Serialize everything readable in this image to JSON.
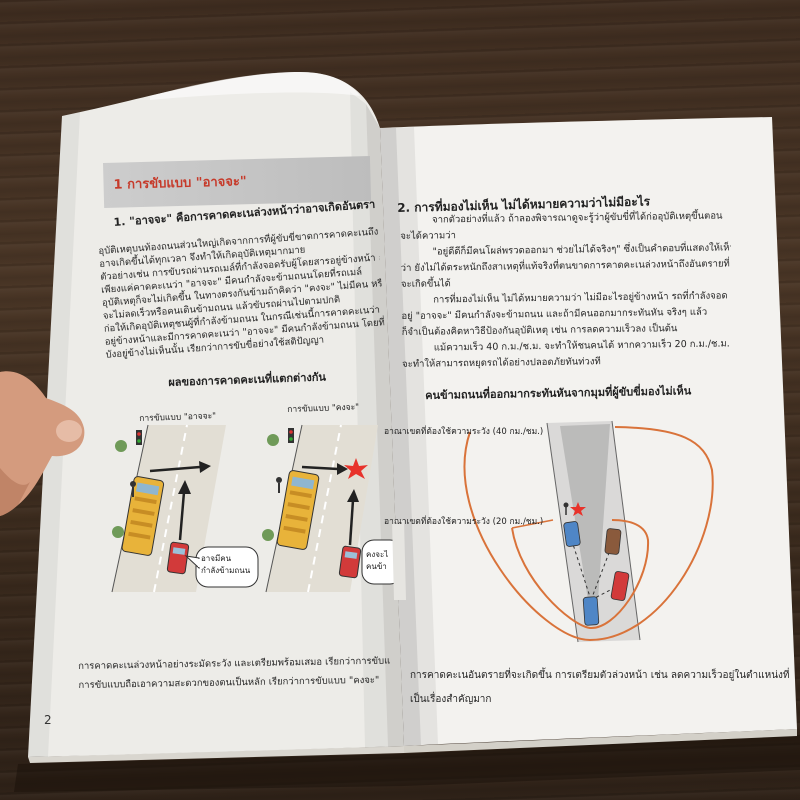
{
  "left_page": {
    "section_band": "1 การขับแบบ \"อาจจะ\"",
    "heading": "1.  \"อาจจะ\" คือการคาดคะเนล่วงหน้าว่าอาจเกิดอันตราย",
    "body_lines": [
      "อุบัติเหตุบนท้องถนนส่วนใหญ่เกิดจากการที่ผู้ขับขี่ขาดการคาดคะเนถึงอันตรายที่",
      "อาจเกิดขึ้นได้ทุกเวลา จึงทำให้เกิดอุบัติเหตุมากมาย",
      "ตัวอย่างเช่น การขับรถผ่านรถเมล์ที่กำลังจอดรับผู้โดยสารอยู่ข้างหน้า ถ้าผู้ขับ",
      "เพียงแค่คาดคะเนว่า \"อาจจะ\" มีคนกำลังจะข้ามถนนโดยที่รถเมล์",
      "อุบัติเหตุก็จะไม่เกิดขึ้น ในทางตรงกันข้ามถ้าคิดว่า \"คงจะ\" ไม่มีคน หรือ",
      "จะไม่ลดเร็วหรือคนเดินข้ามถนน แล้วขับรถผ่านไปตามปกติ",
      "ก่อให้เกิดอุบัติเหตุชนผู้ที่กำลังข้ามถนน ในกรณีเช่นนี้การคาดคะเนว่า",
      "อยู่ข้างหน้าและมีการคาดคะเนว่า \"อาจจะ\" มีคนกำลังข้ามถนน โดยที่",
      "บังอยู่ข้างไม่เห็นนั้น เรียกว่าการขับขี่อย่างใช้สติปัญญา"
    ],
    "figure": {
      "title": "ผลของการคาดคะเนที่แตกต่างกัน",
      "left_label": "การขับแบบ \"อาจจะ\"",
      "right_label": "การขับแบบ \"คงจะ\"",
      "left_bubble": [
        "อาจมีคน",
        "กำลังข้ามถนน"
      ],
      "right_bubble": [
        "คงจะไ",
        "คนข้า"
      ]
    },
    "caption_lines": [
      "การคาดคะเนล่วงหน้าอย่างระมัดระวัง และเตรียมพร้อมเสมอ เรียกว่าการขับแบบ \"อาจ",
      "การขับแบบถือเอาความสะดวกของตนเป็นหลัก เรียกว่าการขับแบบ \"คงจะ\""
    ],
    "page_number": "2"
  },
  "right_page": {
    "heading": "2. การที่มองไม่เห็น ไม่ได้หมายความว่าไม่มีอะไร",
    "body_lines": [
      "จากตัวอย่างที่แล้ว ถ้าลองพิจารณาดูจะรู้ว่าผู้ขับขี่ที่ได้ก่ออุบัติเหตุขึ้นตอน",
      "จะได้ความว่า",
      "\"อยู่ดีดีก็มีคนโผล่พรวดออกมา ช่วยไม่ได้จริงๆ\" ซึ่งเป็นคำตอบที่แสดงให้เห็น",
      "ว่า ยังไม่ได้ตระหนักถึงสาเหตุที่แท้จริงที่ตนขาดการคาดคะเนล่วงหน้าถึงอันตรายที่",
      "จะเกิดขึ้นได้",
      "การที่มองไม่เห็น ไม่ได้หมายความว่า ไม่มีอะไรอยู่ข้างหน้า รถที่กำลังจอด",
      "อยู่ \"อาจจะ\" มีคนกำลังจะข้ามถนน และถ้ามีคนออกมากระทันหัน จริงๆ แล้ว",
      "ก็จำเป็นต้องคิดหาวิธีป้องกันอุบัติเหตุ เช่น การลดความเร็วลง เป็นต้น",
      "แม้ความเร็ว 40 ก.ม./ช.ม. จะทำให้ชนคนได้ หากความเร็ว 20 ก.ม./ช.ม.",
      "จะทำให้สามารถหยุดรถได้อย่างปลอดภัยทันท่วงที"
    ],
    "figure": {
      "title": "คนข้ามถนนที่ออกมากระทันหันจากมุมที่ผู้ขับขี่มองไม่เห็น",
      "zone_40_label": "อาณาเขตที่ต้องใช้ความระวัง (40 กม./ชม.)",
      "zone_20_label": "อาณาเขตที่ต้องใช้ความระวัง (20 กม./ชม.)"
    },
    "caption_lines": [
      "การคาดคะเนอันตรายที่จะเกิดขึ้น การเตรียมตัวล่วงหน้า เช่น ลดความเร็วอยู่ในตำแหน่งที่เหมาะสม",
      "เป็นเรื่องสำคัญมาก"
    ]
  },
  "colors": {
    "band_text": "#c63a2a",
    "zone_curve": "#d9733a",
    "bus": "#e8b33a",
    "car_red": "#d23a3a",
    "car_blue": "#4f86c6"
  }
}
